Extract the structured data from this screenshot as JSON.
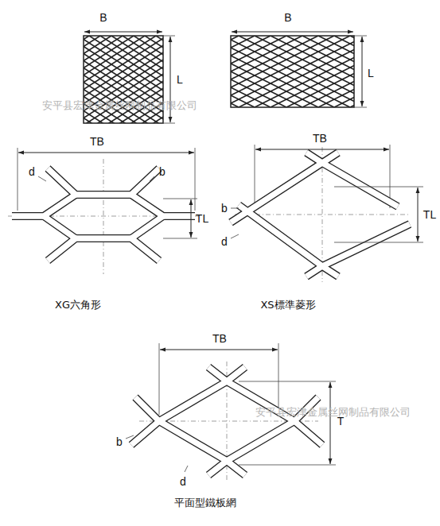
{
  "diagram": {
    "labels": [
      "安平县宏津金属丝网制品有限公司",
      "B",
      "L",
      "B",
      "L",
      "TB",
      "d",
      "b",
      "TL",
      "XG六角形",
      "TB",
      "b",
      "TL",
      "d",
      "XS標準菱形",
      "安平县宏津金属丝网制品有限公司",
      "TB",
      "T",
      "b",
      "d",
      "平面型鐵板網"
    ]
  }
}
